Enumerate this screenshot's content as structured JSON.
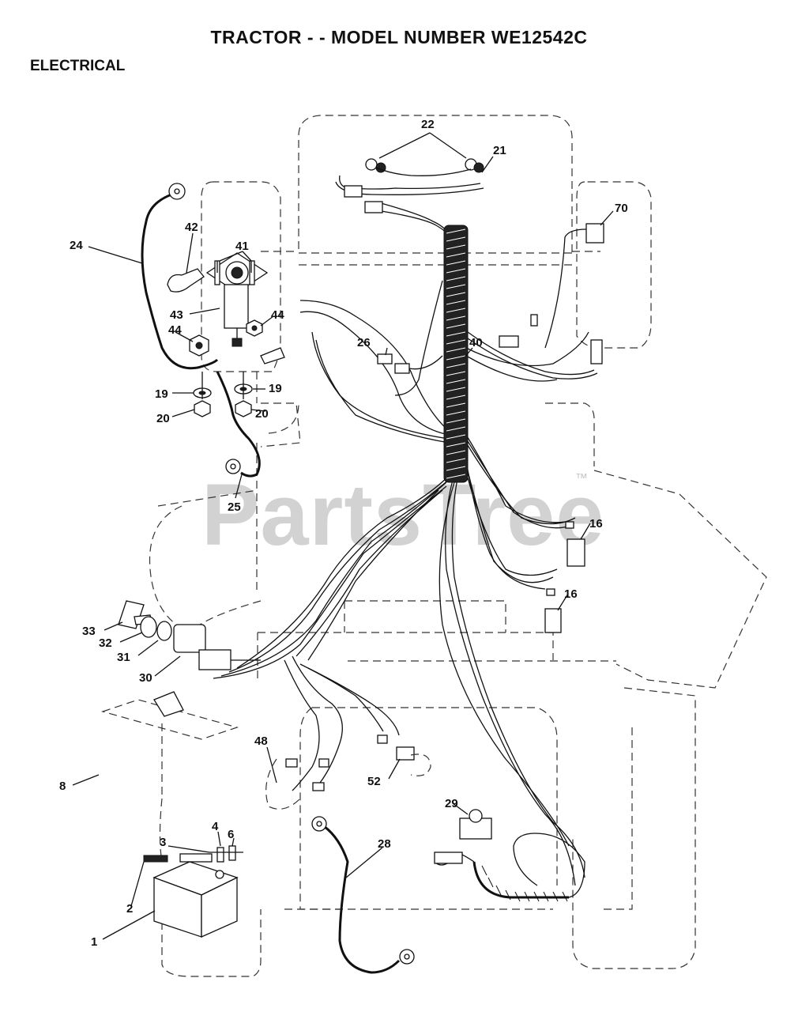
{
  "header": {
    "title": "TRACTOR - - MODEL NUMBER WE12542C",
    "section": "ELECTRICAL"
  },
  "watermark": {
    "text": "PartsTree",
    "tm": "™"
  },
  "callouts": {
    "c1": "1",
    "c2": "2",
    "c3": "3",
    "c4": "4",
    "c6": "6",
    "c8": "8",
    "c16a": "16",
    "c16b": "16",
    "c19a": "19",
    "c19b": "19",
    "c20a": "20",
    "c20b": "20",
    "c21": "21",
    "c22": "22",
    "c24": "24",
    "c25": "25",
    "c26": "26",
    "c28": "28",
    "c29": "29",
    "c30": "30",
    "c31": "31",
    "c32": "32",
    "c33": "33",
    "c40": "40",
    "c41": "41",
    "c42": "42",
    "c43": "43",
    "c44a": "44",
    "c44b": "44",
    "c48": "48",
    "c52": "52",
    "c70": "70"
  }
}
